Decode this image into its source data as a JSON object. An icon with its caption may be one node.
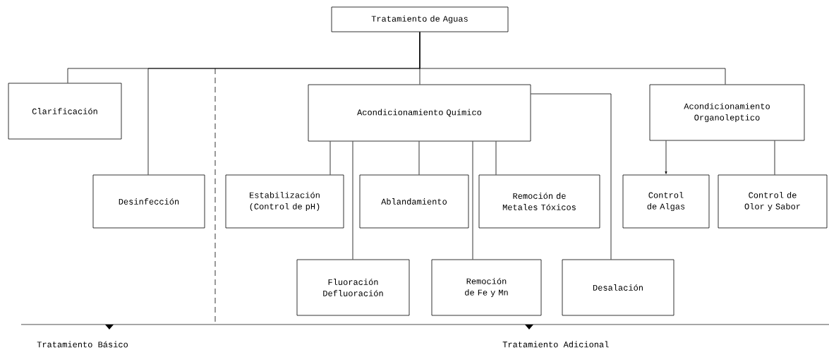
{
  "diagram": {
    "nodes": [
      {
        "text": [
          "Tratamiento de Aguas"
        ]
      },
      {
        "text": [
          "Clarificación"
        ]
      },
      {
        "text": [
          "Desinfección"
        ]
      },
      {
        "text": [
          "Acondicionamiento Químico"
        ]
      },
      {
        "text": [
          "Acondicionamiento Organoleptico"
        ]
      },
      {
        "text": [
          "Estabilización (Control de pH)"
        ]
      },
      {
        "text": [
          "Ablandamiento"
        ]
      },
      {
        "text": [
          "Remoción de Metales Tóxicos"
        ]
      },
      {
        "text": [
          "Fluoración Defluoración"
        ]
      },
      {
        "text": [
          "Remoción de Fe y Mn"
        ]
      },
      {
        "text": [
          "Desalación"
        ]
      },
      {
        "text": [
          "Control de Algas"
        ]
      },
      {
        "text": [
          "Control de Olor y Sabor"
        ]
      }
    ],
    "edges": [
      {
        "from": 0,
        "to": 1,
        "arrow": "none"
      },
      {
        "from": 0,
        "to": 2,
        "arrow": "none"
      },
      {
        "from": 0,
        "to": 3,
        "arrow": "none"
      },
      {
        "from": 0,
        "to": 4,
        "arrow": "none"
      },
      {
        "from": 3,
        "to": 5,
        "arrow": "none"
      },
      {
        "from": 3,
        "to": 6,
        "arrow": "none"
      },
      {
        "from": 3,
        "to": 7,
        "arrow": "none"
      },
      {
        "from": 3,
        "to": 8,
        "arrow": "none"
      },
      {
        "from": 3,
        "to": 9,
        "arrow": "none"
      },
      {
        "from": 3,
        "to": 10,
        "arrow": "none"
      },
      {
        "from": 4,
        "to": 11,
        "arrow": "to"
      },
      {
        "from": 4,
        "to": 12,
        "arrow": "none"
      }
    ],
    "labels": [
      "Tratamiento Básico",
      "Tratamiento Adicional"
    ]
  }
}
